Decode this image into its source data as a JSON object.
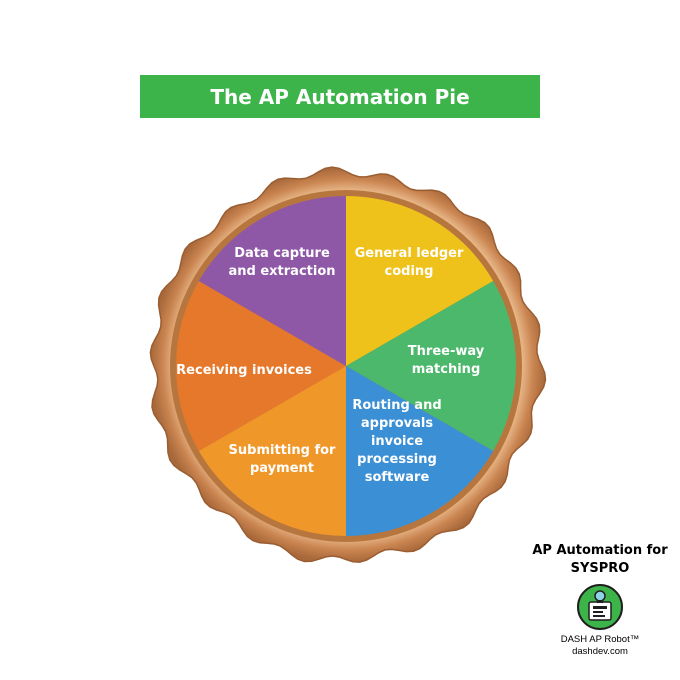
{
  "title": "The AP Automation Pie",
  "pie": {
    "slices": [
      {
        "label_lines": [
          "General ledger",
          "coding"
        ],
        "color": "#eec21a"
      },
      {
        "label_lines": [
          "Three-way",
          "matching"
        ],
        "color": "#4cb86c"
      },
      {
        "label_lines": [
          "Routing and",
          "approvals",
          "invoice",
          "processing",
          "software"
        ],
        "color": "#3b8fd4"
      },
      {
        "label_lines": [
          "Submitting for",
          "payment"
        ],
        "color": "#f0972a"
      },
      {
        "label_lines": [
          "Receiving invoices"
        ],
        "color": "#e5782b"
      },
      {
        "label_lines": [
          "Data capture",
          "and extraction"
        ],
        "color": "#8e58a6"
      }
    ],
    "crust_color": "#c98a5a"
  },
  "brand": {
    "title_line1": "AP Automation for",
    "title_line2": "SYSPRO",
    "logo_icon": "robot-icon",
    "product": "DASH AP Robot™",
    "website": "dashdev.com",
    "logo_color": "#3cb44a"
  }
}
